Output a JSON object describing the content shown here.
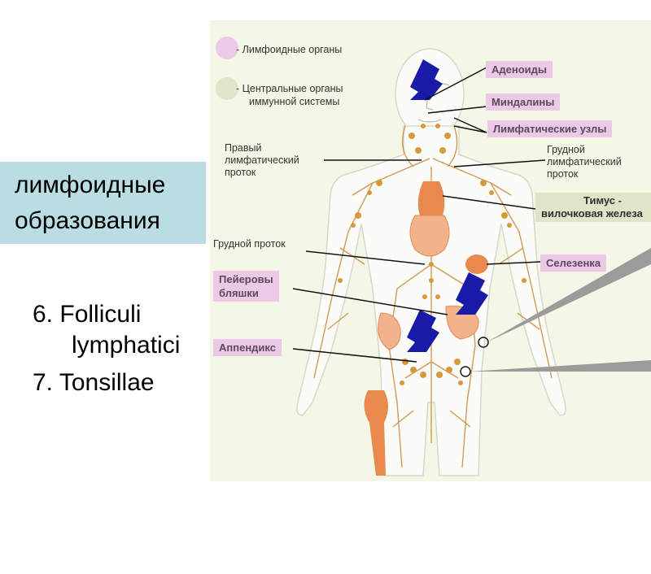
{
  "title": {
    "line1": "лимфоидные",
    "line2": "образования"
  },
  "list": [
    {
      "num": "6.",
      "text_line1": "Folliculi",
      "text_line2": "lymphatici"
    },
    {
      "num": "7.",
      "text_line1": "Tonsillae"
    }
  ],
  "figure": {
    "legend": [
      {
        "text": "- Лимфоидные органы",
        "color": "#ecc9e6"
      },
      {
        "text_line1": "- Центральные органы",
        "text_line2": "иммунной системы",
        "color": "#dde6c9"
      }
    ],
    "labels": {
      "adenoids": "Аденоиды",
      "tonsils": "Миндалины",
      "lymph_nodes": "Лимфатические узлы",
      "right_duct_l1": "Правый",
      "right_duct_l2": "лимфатический",
      "right_duct_l3": "проток",
      "thoracic_duct_right_l1": "Грудной",
      "thoracic_duct_right_l2": "лимфатический",
      "thoracic_duct_right_l3": "проток",
      "thymus_l1": "Тимус -",
      "thymus_l2": "вилочковая железа",
      "thoracic_duct": "Грудной проток",
      "spleen": "Селезенка",
      "peyer_l1": "Пейеровы",
      "peyer_l2": "бляшки",
      "appendix": "Аппендикс"
    },
    "colors": {
      "organ": "#e8894e",
      "vessel": "#c98a3a",
      "arrow": "#1a1aa8",
      "body": "#fbfbf8",
      "callout": "#9b9b9b"
    }
  }
}
